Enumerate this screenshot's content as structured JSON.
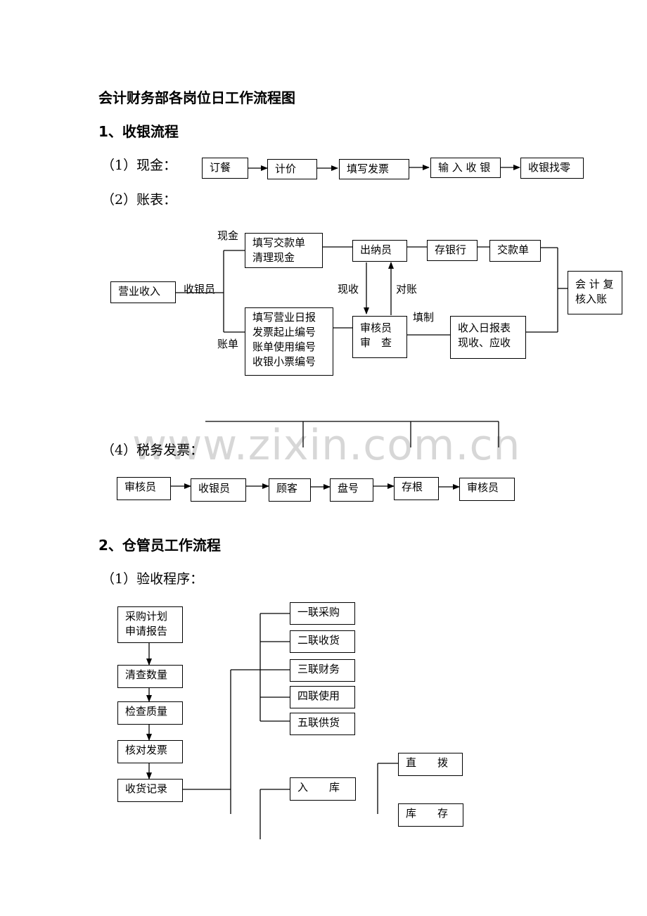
{
  "title": "会计财务部各岗位日工作流程图",
  "section1": {
    "heading": "1、收银流程",
    "cash_label": "（1）现金：",
    "cash_flow": [
      "订餐",
      "计价",
      "填写发票",
      "输 入 收 银",
      "收银找零"
    ],
    "ledger_label": "（2）账表：",
    "ledger": {
      "start": "营业收入",
      "cashier_label": "收银员",
      "cash_branch_label": "现金",
      "ledger_branch_label": "账单",
      "cash_box": [
        "填写交款单",
        "清理现金"
      ],
      "bill_box": [
        "填写营业日报",
        "发票起止编号",
        "账单使用编号",
        "收银小票编号"
      ],
      "teller": "出纳员",
      "bank": "存银行",
      "deposit_slip": "交款单",
      "auditor": [
        "审核员",
        "审　查"
      ],
      "cash_receipt_label": "现收",
      "reconcile_label": "对账",
      "fill_label": "填制",
      "daily_report": [
        "收入日报表",
        "现收、应收"
      ],
      "accounting": [
        "会 计 复",
        "核入账"
      ]
    },
    "tax_label": "（4）税务发票：",
    "tax_flow": [
      "审核员",
      "收银员",
      "顾客",
      "盘号",
      "存根",
      "审核员"
    ]
  },
  "section2": {
    "heading": "2、仓管员工作流程",
    "receiving_label": "（1）验收程序：",
    "steps": [
      [
        "采购计划",
        "申请报告"
      ],
      [
        "清查数量"
      ],
      [
        "检查质量"
      ],
      [
        "核对发票"
      ],
      [
        "收货记录"
      ]
    ],
    "copies": [
      "一联采购",
      "二联收货",
      "三联财务",
      "四联使用",
      "五联供货"
    ],
    "warehouse_in": "入　　库",
    "direct": "直　　拨",
    "stock": "库　　存"
  },
  "watermark": "www.zixin.com.cn"
}
